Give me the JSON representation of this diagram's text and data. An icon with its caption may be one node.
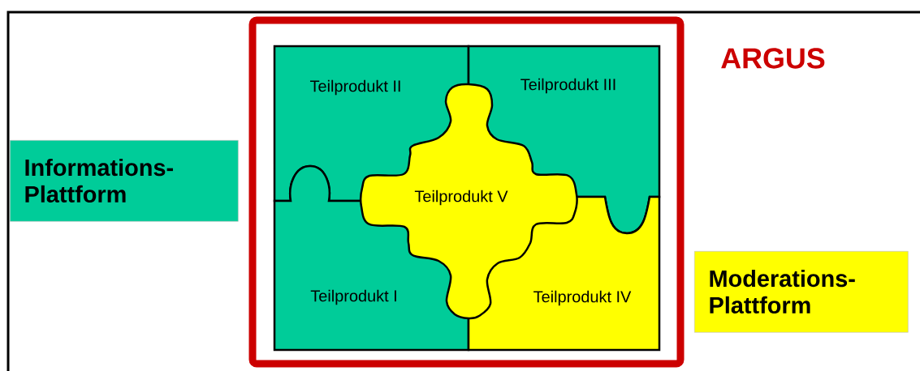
{
  "diagram": {
    "nodes": [
      {
        "text": [
          "Teilprodukt II"
        ]
      },
      {
        "text": [
          "Teilprodukt III"
        ]
      },
      {
        "text": [
          "Informations- Plattform"
        ]
      },
      {
        "text": [
          "Teilprodukt V"
        ]
      },
      {
        "text": [
          "Teilprodukt I"
        ]
      },
      {
        "text": [
          "Teilprodukt IV"
        ]
      },
      {
        "text": [
          "Moderations- Plattform"
        ]
      }
    ],
    "labels": [
      "ARGUS"
    ]
  }
}
